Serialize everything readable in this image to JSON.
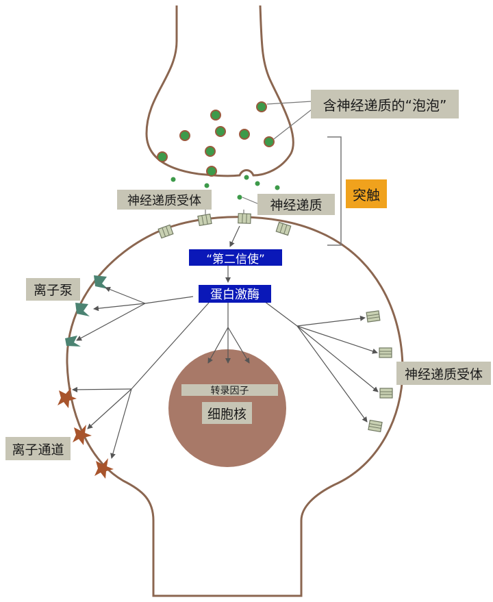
{
  "labels": {
    "vesicles": "含神经递质的“泡泡”",
    "synapse": "突触",
    "receptor_top": "神经递质受体",
    "neurotransmitter": "神经递质",
    "second_messenger": "“第二信使”",
    "protein_kinase": "蛋白激酶",
    "ion_pump": "离子泵",
    "ion_channel": "离子通道",
    "receptor_right": "神经递质受体",
    "transcription_factor": "转录因子",
    "nucleus": "细胞核"
  },
  "colors": {
    "membrane": "#8b6650",
    "vesicle_fill": "#3d9a4a",
    "vesicle_stroke": "#9a5a3e",
    "nucleus": "#a87968",
    "arrow": "#555555",
    "receptor": "#c8d0b2",
    "pump": "#4b8372",
    "channel": "#a8542c",
    "label_gray": "#c7c5b5",
    "label_blue": "#0a18b8",
    "label_orange": "#f0a21d"
  },
  "icons": {
    "vesicle": "vesicle-icon",
    "receptor": "receptor-icon",
    "pump": "ion-pump-icon",
    "channel": "ion-channel-icon"
  }
}
